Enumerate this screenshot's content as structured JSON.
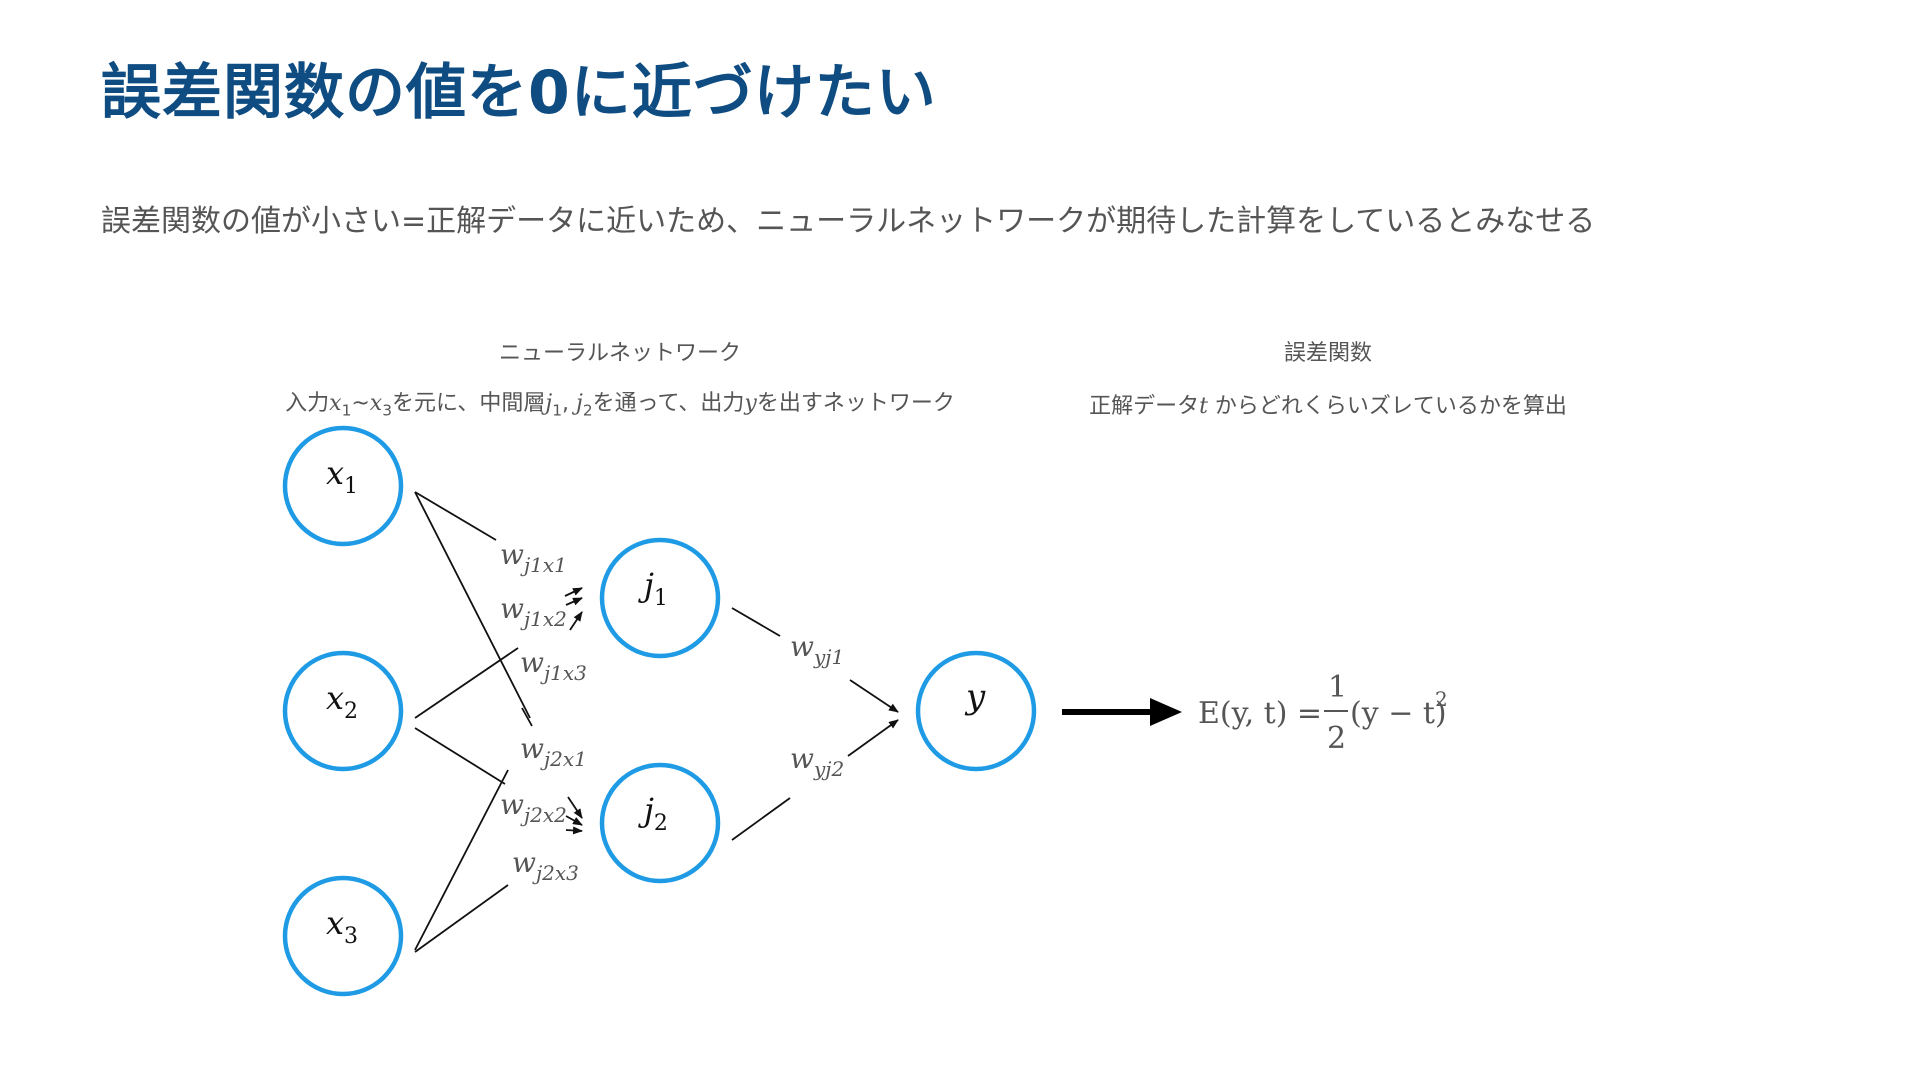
{
  "slide": {
    "title": "誤差関数の値を0に近づけたい",
    "subtitle": "誤差関数の値が小さい=正解データに近いため、ニューラルネットワークが期待した計算をしているとみなせる"
  },
  "left_panel": {
    "heading": "ニューラルネットワーク",
    "desc_1": "入力",
    "desc_x1_base": "x",
    "desc_x1_sub": "1",
    "desc_tilde": "~",
    "desc_x3_base": "x",
    "desc_x3_sub": "3",
    "desc_2": "を元に、中間層",
    "desc_j1_base": "j",
    "desc_j1_sub": "1",
    "desc_comma": ", ",
    "desc_j2_base": "j",
    "desc_j2_sub": "2",
    "desc_3": "を通って、出力",
    "desc_y": "y",
    "desc_4": "を出すネットワーク"
  },
  "right_panel": {
    "heading": "誤差関数",
    "desc_1": "正解データ",
    "desc_t": "t",
    "desc_2": " からどれくらいズレているかを算出"
  },
  "network": {
    "nodes": {
      "x1": {
        "base": "x",
        "sub": "1"
      },
      "x2": {
        "base": "x",
        "sub": "2"
      },
      "x3": {
        "base": "x",
        "sub": "3"
      },
      "j1": {
        "base": "j",
        "sub": "1"
      },
      "j2": {
        "base": "j",
        "sub": "2"
      },
      "y": {
        "base": "y",
        "sub": ""
      }
    },
    "weights": {
      "wj1x1": {
        "base": "w",
        "sub": "j1x1"
      },
      "wj1x2": {
        "base": "w",
        "sub": "j1x2"
      },
      "wj1x3": {
        "base": "w",
        "sub": "j1x3"
      },
      "wj2x1": {
        "base": "w",
        "sub": "j2x1"
      },
      "wj2x2": {
        "base": "w",
        "sub": "j2x2"
      },
      "wj2x3": {
        "base": "w",
        "sub": "j2x3"
      },
      "wyj1": {
        "base": "w",
        "sub": "yj1"
      },
      "wyj2": {
        "base": "w",
        "sub": "yj2"
      }
    }
  },
  "formula": {
    "lhs": "E(y, t) =",
    "numerator": "1",
    "denominator": "2",
    "body": "(y − t)",
    "exponent": "2"
  },
  "colors": {
    "title": "#0f4c81",
    "node_stroke": "#1f9be5",
    "text_gray": "#555555"
  }
}
